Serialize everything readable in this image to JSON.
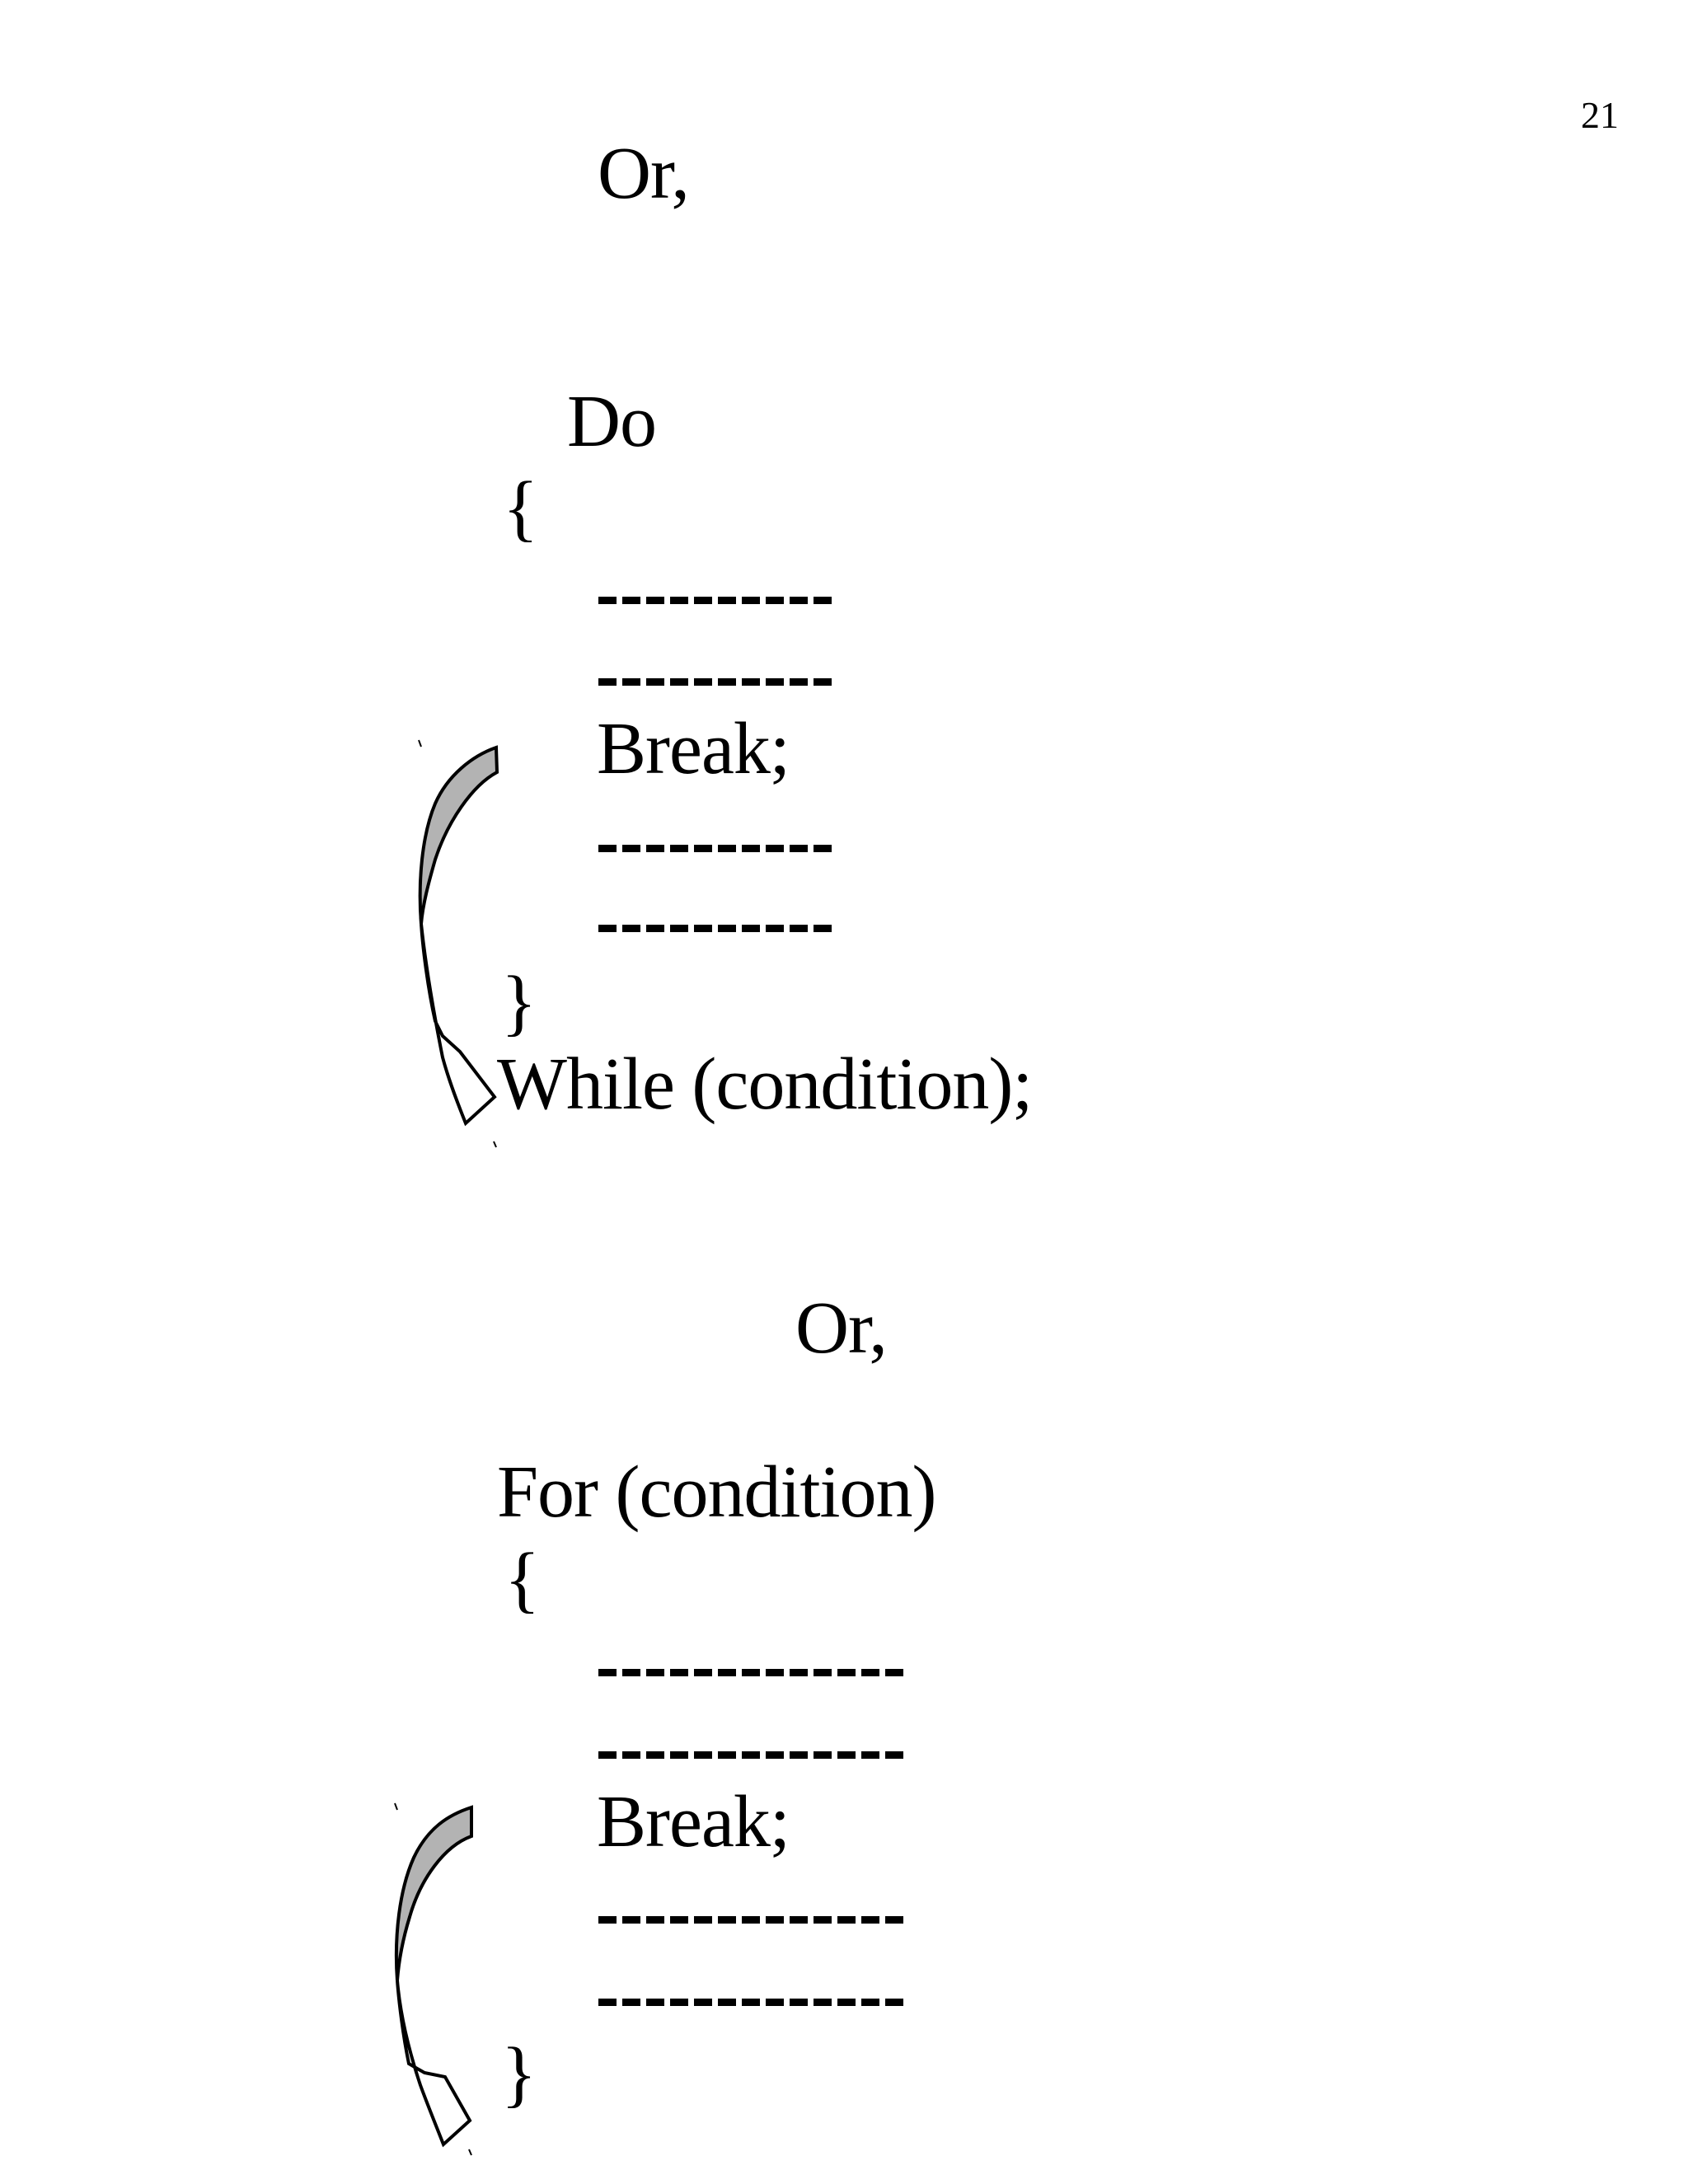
{
  "page_number": "21",
  "intro_separator": "Or,",
  "do_while_block": {
    "keyword": "Do",
    "open_brace": "{",
    "body_dash_count": 10,
    "body_dash_text": "----------",
    "break_statement": "Break;",
    "close_brace": "}",
    "loop_condition": "While (condition);"
  },
  "mid_separator": "Or,",
  "for_block": {
    "keyword": "For (condition)",
    "open_brace": "{",
    "body_dash_count": 13,
    "body_dash_text": "-------------",
    "break_statement": "Break;",
    "close_brace": "}"
  },
  "arrow": {
    "fill": "#b3b3b3",
    "stroke": "#000000"
  }
}
